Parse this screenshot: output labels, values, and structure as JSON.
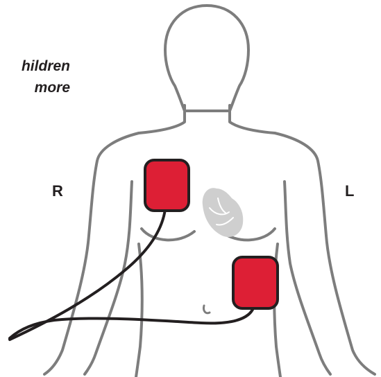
{
  "caption": {
    "line1": "hildren",
    "line2": "more"
  },
  "labels": {
    "right_side": "R",
    "left_side": "L"
  },
  "colors": {
    "outline": "#7d7d7d",
    "pad_fill": "#dd1f35",
    "pad_stroke": "#231f20",
    "cable": "#231f20",
    "heart": "#cfcfcf"
  },
  "pads": [
    {
      "name": "upper-right-chest-pad"
    },
    {
      "name": "lower-left-side-pad"
    }
  ]
}
